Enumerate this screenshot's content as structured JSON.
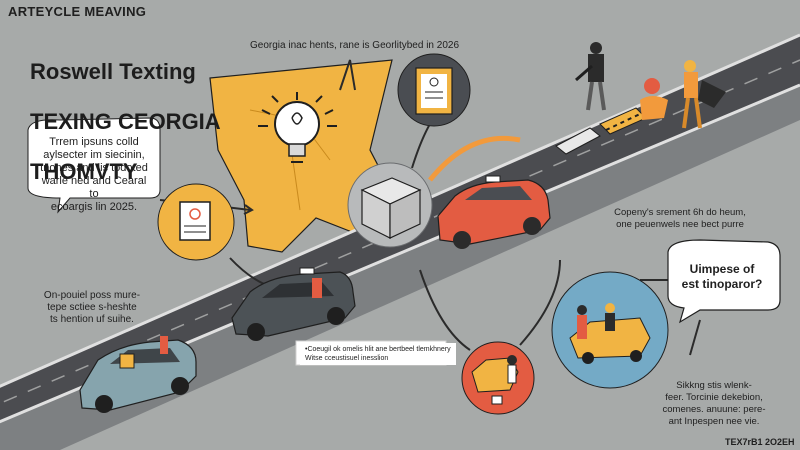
{
  "header": {
    "label": "ARTEYCLE MEAVING"
  },
  "title": {
    "line1": "Roswell Texting",
    "line2": "TEXING CEORGIA",
    "line3": "THOMVTY"
  },
  "notes": {
    "top": "Georgia inac hents, rane is Georlitybed in 2026",
    "left_bubble": "Trrem ipsuns colld\naylsecter im siecinin,\ntnones and lis todoted\nwarle ned and Cearal to\necoargis lin 2025.",
    "left_mid": "On-pouiel poss mure-\ntepe sctiee s-heshte\nts hention uf suihe.",
    "right_mid": "Copeny's srement 6h do heum,\none peuenwels nee bect purre",
    "right_bubble": "Uimpese of\nest tinoparor?",
    "caption": "•Coeugil ok omelis hlit ane bertbeel tlemkhnery\nWitse cceustisuel inesslion",
    "bottom_right": "Sikkng stis wlenk-\nfeer. Torcinie dekebion,\ncomenes. anuune: pere-\nant Inpespen nee vie."
  },
  "footer": {
    "label": "TEX7rB1 2O2EH"
  },
  "colors": {
    "background": "#a7aaa9",
    "road": "#4b4c50",
    "georgia_map": "#f1b443",
    "accent_red": "#e35c42",
    "accent_orange": "#f29a3c",
    "teal_circle": "#74aac6",
    "car_blue": "#86a4ad",
    "car_dark": "#4c5256"
  },
  "icons": [
    "lightbulb-icon",
    "document-icon",
    "box-icon",
    "car-icon"
  ]
}
